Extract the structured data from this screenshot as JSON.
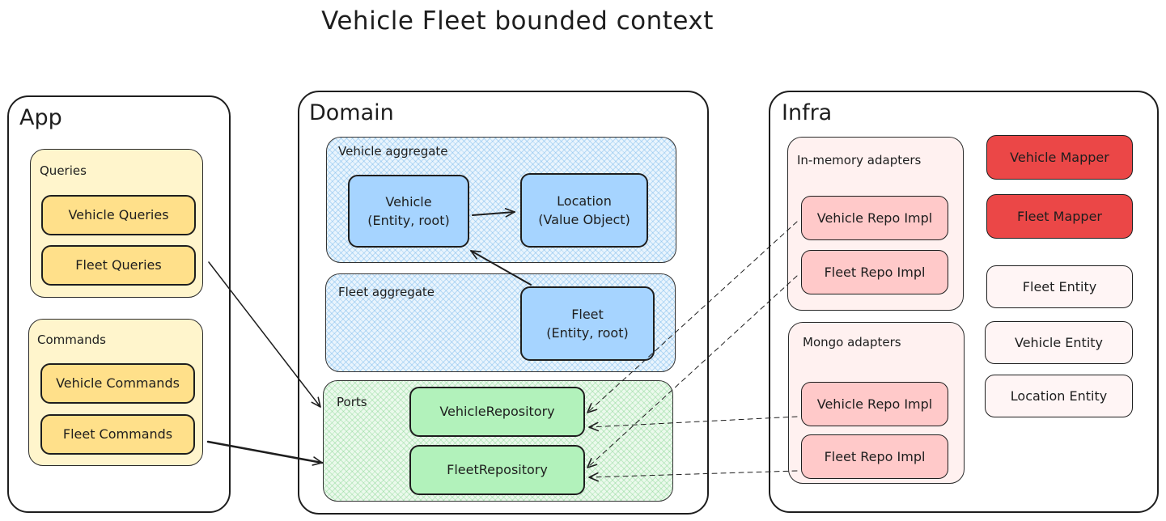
{
  "title": "Vehicle Fleet bounded context",
  "app": {
    "label": "App",
    "queries": {
      "label": "Queries",
      "items": [
        "Vehicle Queries",
        "Fleet Queries"
      ]
    },
    "commands": {
      "label": "Commands",
      "items": [
        "Vehicle Commands",
        "Fleet Commands"
      ]
    }
  },
  "domain": {
    "label": "Domain",
    "vehicle_aggregate": {
      "label": "Vehicle aggregate",
      "vehicle": "Vehicle\n(Entity, root)",
      "location": "Location\n(Value Object)"
    },
    "fleet_aggregate": {
      "label": "Fleet aggregate",
      "fleet": "Fleet\n(Entity, root)"
    },
    "ports": {
      "label": "Ports",
      "items": [
        "VehicleRepository",
        "FleetRepository"
      ]
    }
  },
  "infra": {
    "label": "Infra",
    "in_memory": {
      "label": "In-memory adapters",
      "items": [
        "Vehicle Repo Impl",
        "Fleet Repo Impl"
      ]
    },
    "mongo": {
      "label": "Mongo adapters",
      "items": [
        "Vehicle Repo Impl",
        "Fleet Repo Impl"
      ]
    },
    "mappers": [
      "Vehicle Mapper",
      "Fleet Mapper"
    ],
    "entities": [
      "Fleet Entity",
      "Vehicle Entity",
      "Location Entity"
    ]
  },
  "colors": {
    "stroke": "#1e1e1e",
    "yellow": "#ffe08a",
    "blue": "#a6d4ff",
    "green": "#b2f2bb",
    "pink": "#ffc9c9",
    "red": "#eb4747"
  }
}
